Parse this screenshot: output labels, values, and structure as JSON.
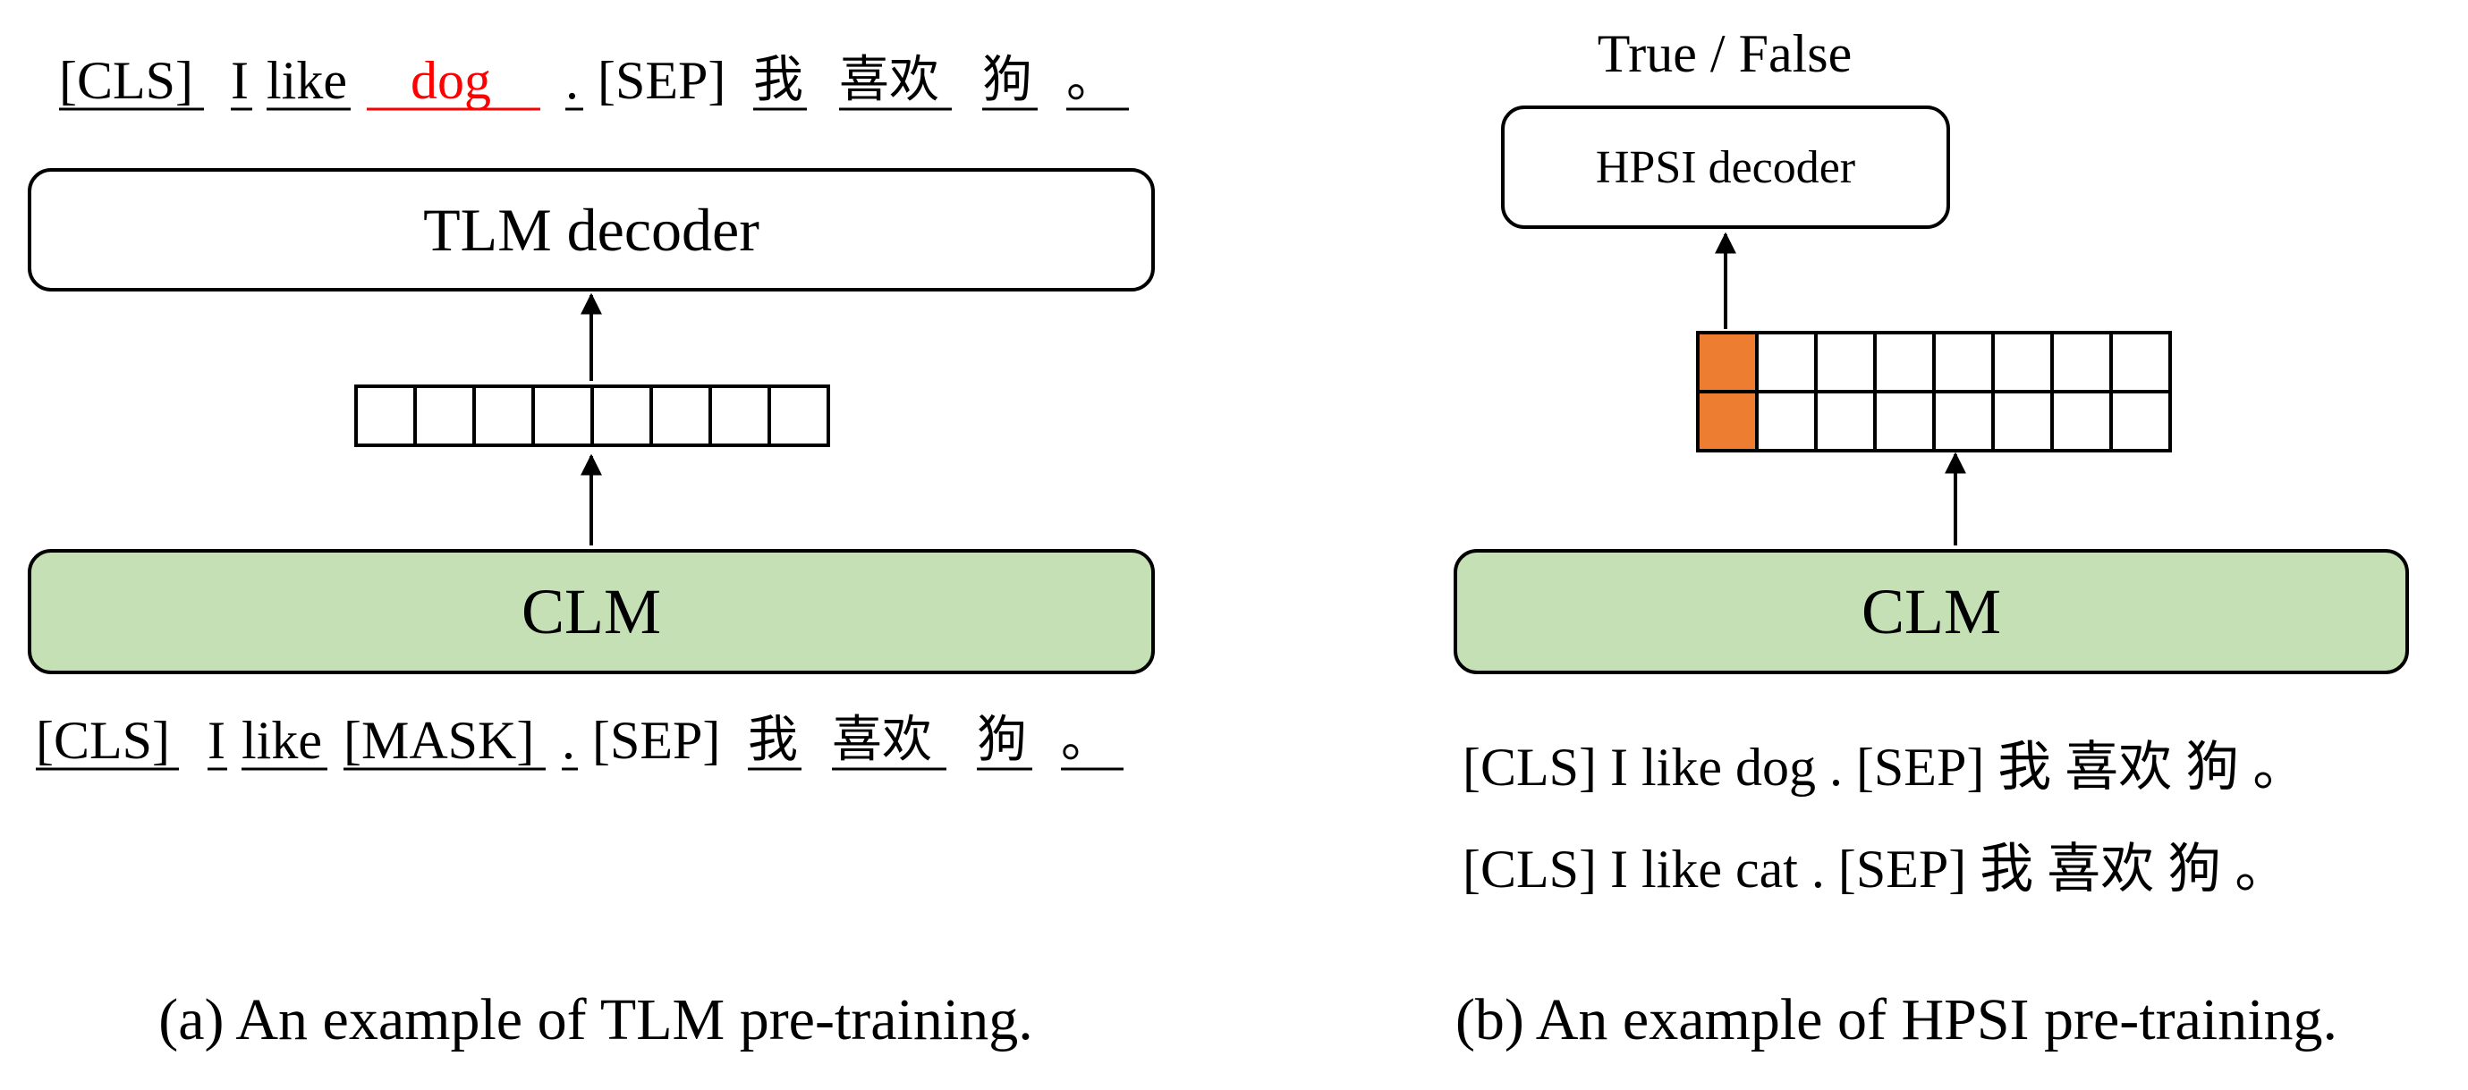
{
  "panel_a": {
    "output_tokens": [
      "[CLS]",
      "I",
      "like",
      "dog",
      ".",
      "[SEP]",
      "我",
      "喜欢",
      "狗",
      "。"
    ],
    "decoder_label": "TLM decoder",
    "encoder_label": "CLM",
    "input_tokens": [
      "[CLS]",
      "I",
      "like",
      "[MASK]",
      ".",
      "[SEP]",
      "我",
      "喜欢",
      "狗",
      "。"
    ],
    "caption": "(a) An example of TLM pre-training."
  },
  "panel_b": {
    "output_label": "True / False",
    "decoder_label": "HPSI decoder",
    "encoder_label": "CLM",
    "sentence_1": "[CLS]  I like dog . [SEP] 我  喜欢  狗  。",
    "sentence_2": "[CLS]  I like cat . [SEP] 我  喜欢  狗  。",
    "caption": "(b) An example of HPSI pre-training."
  },
  "colors": {
    "encoder_fill": "#c5e0b4",
    "highlight_cell": "#ed7d31",
    "masked_prediction": "#ff0000",
    "stroke": "#000000"
  }
}
